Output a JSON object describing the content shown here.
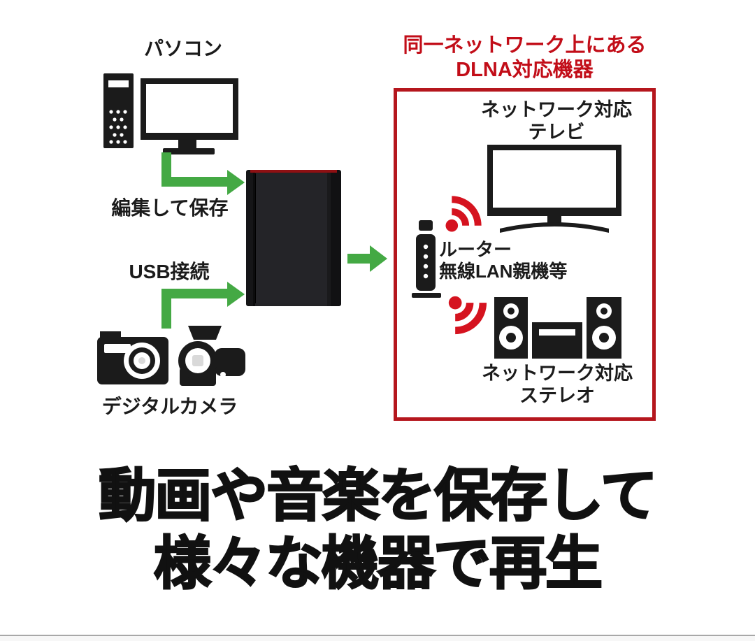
{
  "colors": {
    "accent_red": "#c20d18",
    "box_red": "#b5161d",
    "wifi_red": "#d5131f",
    "arrow_green": "#44a944",
    "nas_red": "#8f1013",
    "icon_black": "#1b1b1b"
  },
  "left_flow": {
    "pc_label": "パソコン",
    "edit_save_label": "編集して保存",
    "usb_label": "USB接続",
    "camera_label": "デジタルカメラ"
  },
  "dlna_box": {
    "header_line1": "同一ネットワーク上にある",
    "header_line2": "DLNA対応機器",
    "tv_label_line1": "ネットワーク対応",
    "tv_label_line2": "テレビ",
    "router_label_line1": "ルーター",
    "router_label_line2": "無線LAN親機等",
    "stereo_label_line1": "ネットワーク対応",
    "stereo_label_line2": "ステレオ"
  },
  "headline": {
    "line1": "動画や音楽を保存して",
    "line2": "様々な機器で再生"
  },
  "icons": {
    "pc": "desktop-pc-icon",
    "cameras": "digital-camera-icon",
    "nas": "nas-device-icon",
    "tv": "tv-icon",
    "router": "router-icon",
    "stereo": "stereo-icon",
    "wifi_up": "wifi-signal-up-icon",
    "wifi_down": "wifi-signal-down-icon",
    "arrows": "green-arrow-icon"
  }
}
